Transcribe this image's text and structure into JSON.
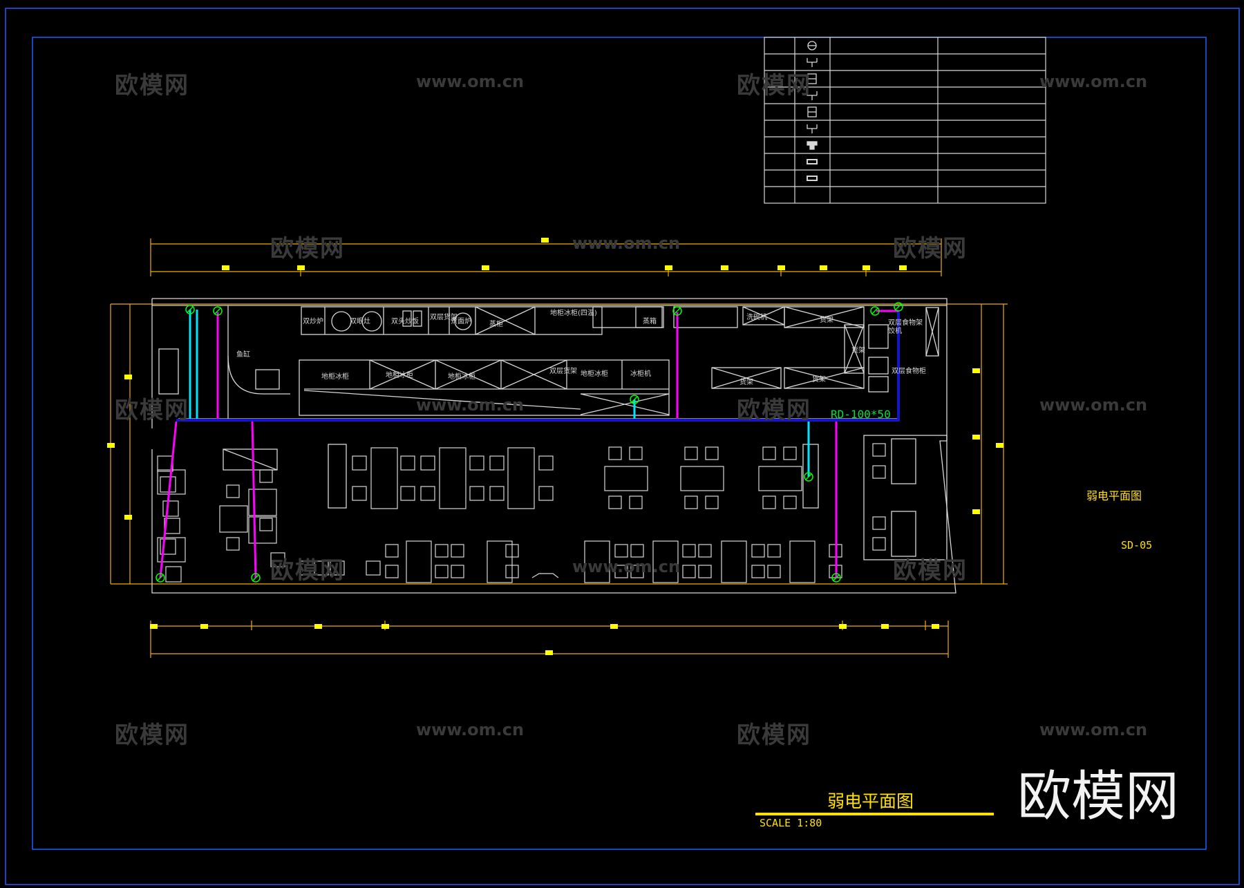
{
  "drawing": {
    "title": "弱电平面图",
    "scale": "SCALE 1:80",
    "side_title": "弱电平面图",
    "sheet_code": "SD-05",
    "duct_label": "RD-100*50"
  },
  "legend": {
    "symbols": [
      "phone-outlet-icon",
      "data-outlet-icon",
      "tv-outlet-icon",
      "data-outlet-icon",
      "tv-outlet-icon",
      "data-outlet-icon",
      "speaker-icon",
      "panel-icon",
      "panel-icon",
      ""
    ]
  },
  "rooms": {
    "kitchen_labels": [
      "双炒炉",
      "双眼灶",
      "双头炒饭",
      "双层货架",
      "煮面炉",
      "蒸柜",
      "地柜冰柜(四温)",
      "蒸箱",
      "洗碗机",
      "货架",
      "货架",
      "货架",
      "货架",
      "饺机",
      "地柜冰柜",
      "地柜冰柜",
      "地柜冰柜",
      "双层货架",
      "地柜冰柜",
      "冰柜机",
      "鱼缸",
      "双层食物架",
      "双层食物柜"
    ]
  },
  "watermarks": {
    "brand": "欧模网",
    "url": "www.om.cn",
    "logo": "欧模网"
  },
  "colors": {
    "frame": "#1f5fff",
    "dimension": "#f0b000",
    "marker": "#ffff00",
    "wall": "#d8d8d8",
    "duct": "#1414c8",
    "cyan_line": "#00e5ff",
    "magenta_line": "#ff00ff",
    "outlet": "#00ff00",
    "text": "#ffe000"
  }
}
